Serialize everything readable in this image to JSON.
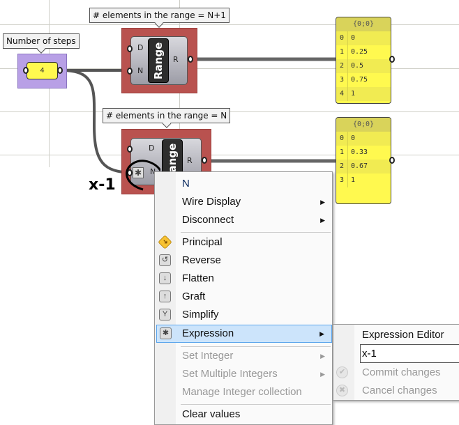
{
  "canvas": {
    "slider": {
      "tooltip": "Number of steps",
      "value": "4"
    },
    "range_top": {
      "tooltip": "# elements in the range = N+1",
      "label": "Range",
      "inputs": [
        "D",
        "N"
      ],
      "output": "R"
    },
    "range_bottom": {
      "tooltip": "# elements in the range = N",
      "label": "Range",
      "inputs": [
        "D",
        "N"
      ],
      "output": "R"
    },
    "panel_top": {
      "header": "{0;0}",
      "rows": [
        [
          "0",
          "0"
        ],
        [
          "1",
          "0.25"
        ],
        [
          "2",
          "0.5"
        ],
        [
          "3",
          "0.75"
        ],
        [
          "4",
          "1"
        ]
      ]
    },
    "panel_bottom": {
      "header": "{0;0}",
      "rows": [
        [
          "0",
          "0"
        ],
        [
          "1",
          "0.33"
        ],
        [
          "2",
          "0.67"
        ],
        [
          "3",
          "1"
        ]
      ]
    },
    "annotation": "x-1"
  },
  "context_menu": {
    "title": "N",
    "items": [
      {
        "label": "Wire Display",
        "submenu": true
      },
      {
        "label": "Disconnect",
        "submenu": true
      },
      {
        "label": "Principal",
        "icon": "principal-icon"
      },
      {
        "label": "Reverse",
        "icon": "reverse-icon"
      },
      {
        "label": "Flatten",
        "icon": "flatten-icon"
      },
      {
        "label": "Graft",
        "icon": "graft-icon"
      },
      {
        "label": "Simplify",
        "icon": "simplify-icon"
      },
      {
        "label": "Expression",
        "icon": "expression-icon",
        "submenu": true,
        "highlighted": true
      },
      {
        "label": "Set Integer",
        "submenu": true,
        "disabled": true
      },
      {
        "label": "Set Multiple Integers",
        "submenu": true,
        "disabled": true
      },
      {
        "label": "Manage Integer collection",
        "disabled": true
      },
      {
        "label": "Clear values"
      }
    ]
  },
  "expression_submenu": {
    "title": "Expression Editor",
    "expression_value": "x-1",
    "commit": "Commit changes",
    "cancel": "Cancel changes"
  },
  "colors": {
    "highlight": "#cce4fb",
    "component_group": "#b9524f",
    "panel": "#fff94f",
    "slider_group": "#b8a0e6"
  }
}
